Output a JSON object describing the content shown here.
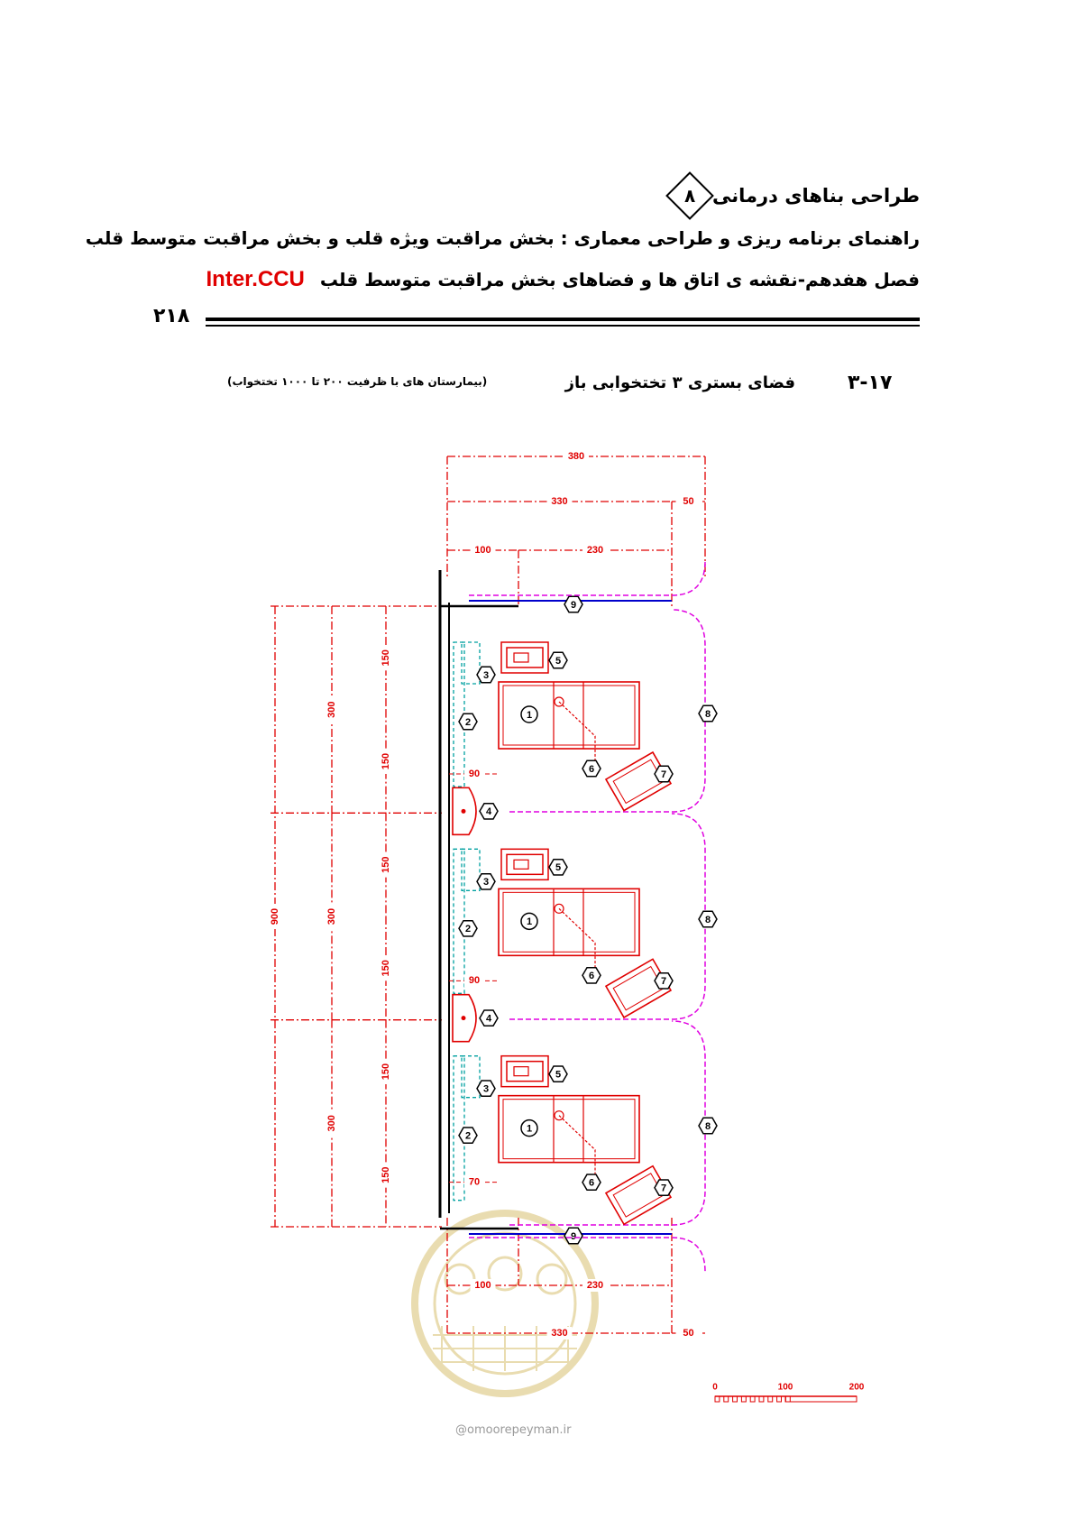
{
  "header": {
    "series_title": "طراحی بناهای درمانی",
    "series_number": "۸",
    "guide_title": "راهنمای برنامه ریزی و طراحی معماری : بخش مراقبت ویژه قلب  و  بخش مراقبت متوسط قلب",
    "chapter_title": "فصل هفدهم-نقشه ی اتاق ها و فضاهای بخش مراقبت متوسط قلب",
    "chapter_code": "Inter.CCU",
    "page_number": "۲۱۸"
  },
  "section": {
    "number": "۳-۱۷",
    "title": "فضای بستری ۳ تختخوابی باز",
    "subtitle": "(بیمارستان های با ظرفیت ۲۰۰ تا ۱۰۰۰ تختخواب)"
  },
  "plan": {
    "colors": {
      "dimension": "#e00000",
      "furniture": "#e00000",
      "curtain": "#e000e0",
      "wall": "#000000",
      "rail": "#0000cc",
      "cabinet": "#00a0a0",
      "watermark": "#d8c070"
    },
    "top_dims": [
      "380",
      "330",
      "50",
      "100",
      "230"
    ],
    "bottom_dims": [
      "100",
      "230",
      "330",
      "50"
    ],
    "side_dims": {
      "total": "900",
      "bays": [
        "300",
        "300",
        "300"
      ],
      "halves": [
        "150",
        "150",
        "150",
        "150",
        "150",
        "150"
      ]
    },
    "clearances": [
      "90",
      "90",
      "70"
    ],
    "item_tags": {
      "bed": "1",
      "cabinet": "2",
      "shelf": "3",
      "sink": "4",
      "monitor": "5",
      "arm": "6",
      "chair": "7",
      "curtain": "8",
      "rail": "9"
    },
    "scale_bar": [
      "0",
      "100",
      "200"
    ],
    "watermark_url": "@omoorepeyman.ir"
  }
}
